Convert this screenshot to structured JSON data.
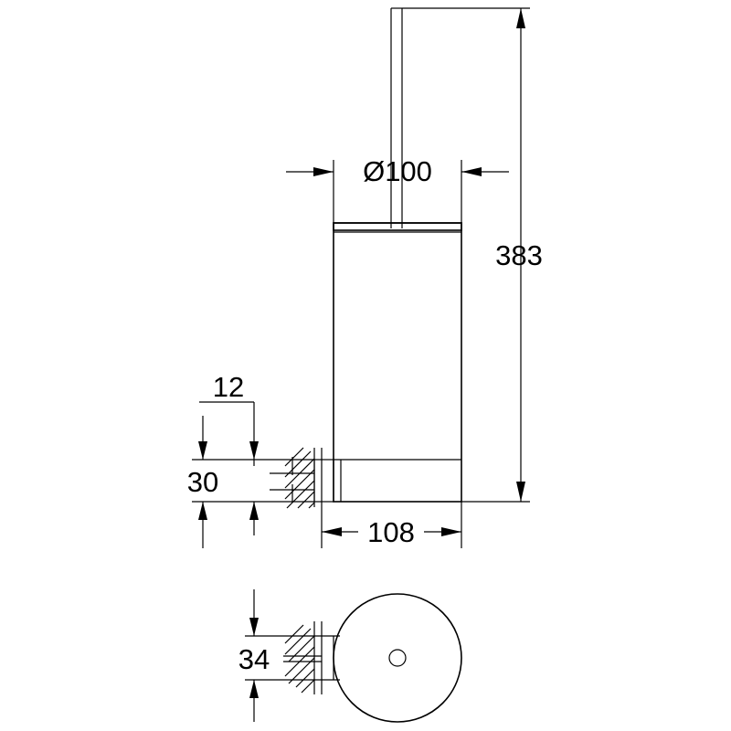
{
  "dimensions": {
    "diameter": "Ø100",
    "height": "383",
    "offset": "12",
    "bracket_height": "30",
    "depth": "108",
    "plan_width": "34"
  },
  "colors": {
    "line": "#000000",
    "background": "#ffffff"
  }
}
